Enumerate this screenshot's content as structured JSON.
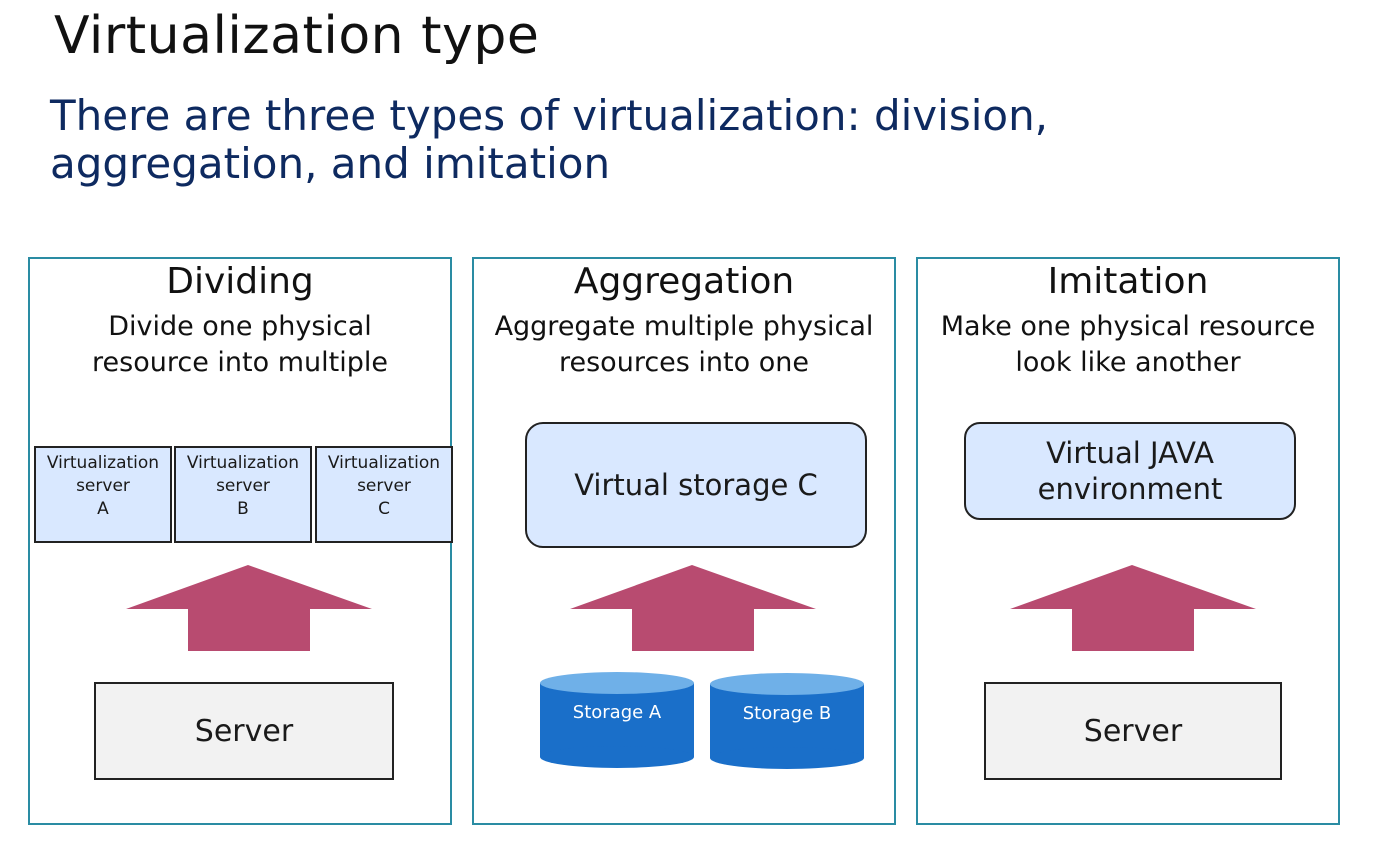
{
  "title": "Virtualization type",
  "subtitle": "There are three types of virtualization: division, aggregation, and imitation",
  "colors": {
    "border": "#2a8ca3",
    "arrow": "#b84b70",
    "virtual_fill": "#d9e8ff",
    "storage": "#1a6fc9",
    "storage_top": "#6fb0e8",
    "subtitle": "#0e2a60"
  },
  "panels": [
    {
      "heading": "Dividing",
      "description": [
        "Divide one physical",
        "resource into multiple"
      ],
      "virtual_servers": [
        {
          "line1": "Virtualization",
          "line2": "server",
          "line3": "A"
        },
        {
          "line1": "Virtualization",
          "line2": "server",
          "line3": "B"
        },
        {
          "line1": "Virtualization",
          "line2": "server",
          "line3": "C"
        }
      ],
      "physical": "Server"
    },
    {
      "heading": "Aggregation",
      "description": [
        "Aggregate multiple physical",
        "resources into one"
      ],
      "virtual": "Virtual storage C",
      "storages": [
        "Storage A",
        "Storage B"
      ]
    },
    {
      "heading": "Imitation",
      "description": [
        "Make one physical resource",
        "look like another"
      ],
      "virtual": [
        "Virtual JAVA",
        "environment"
      ],
      "physical": "Server"
    }
  ]
}
